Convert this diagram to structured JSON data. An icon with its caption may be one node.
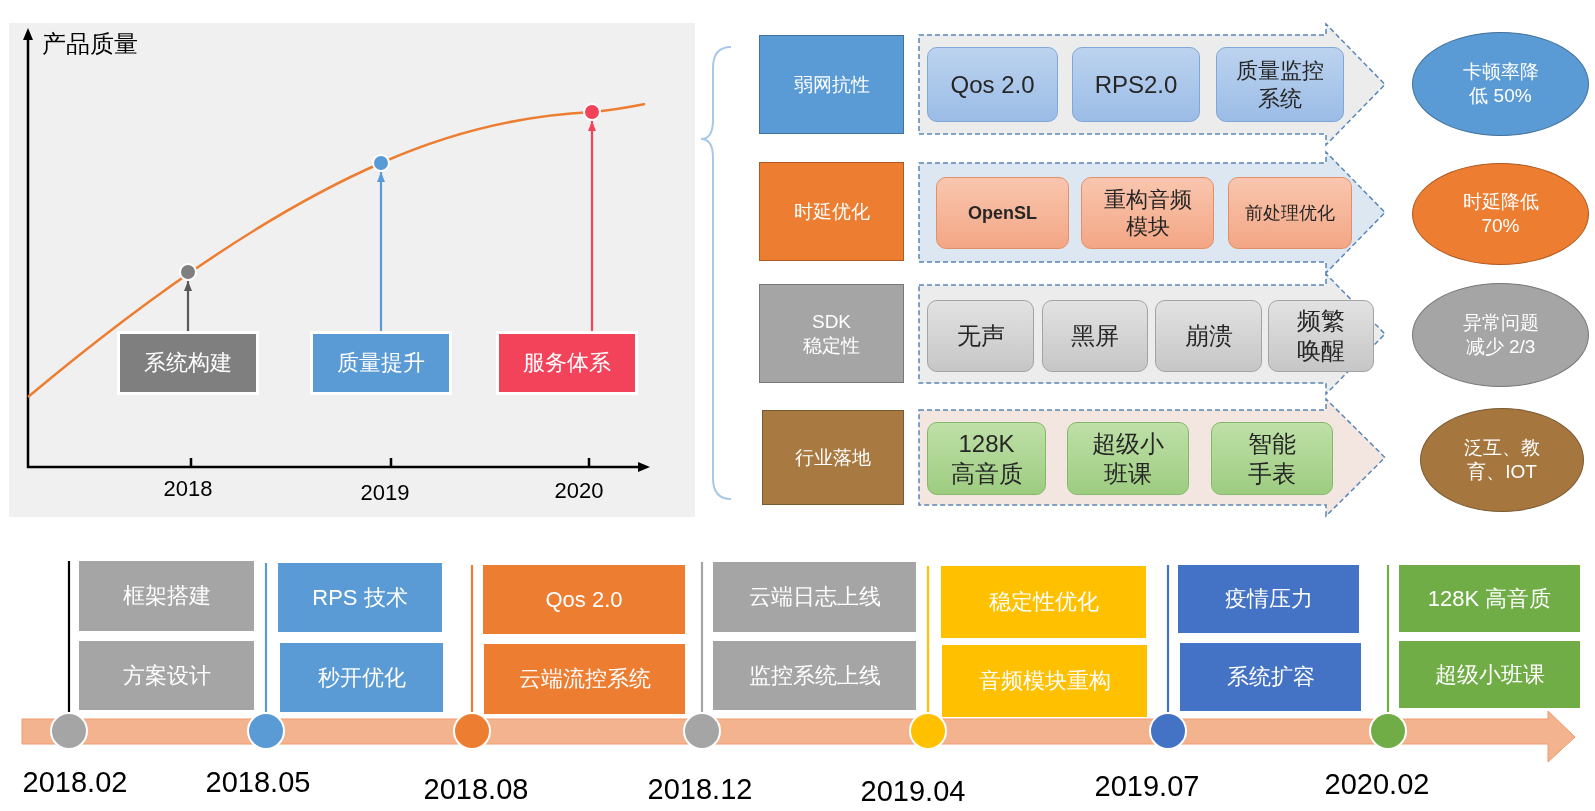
{
  "diagram": {
    "nodes": [
      {
        "text": [],
        "shape": "circle"
      },
      {
        "text": [],
        "shape": "circle"
      },
      {
        "text": [],
        "shape": "circle"
      },
      {
        "text": [
          "系统构建"
        ]
      },
      {
        "text": [
          "质量提升"
        ]
      },
      {
        "text": [
          "服务体系"
        ]
      },
      {
        "text": [
          "弱网抗性"
        ]
      },
      {
        "text": [],
        "shape": "arrow"
      },
      {
        "text": [
          "Qos 2.0"
        ],
        "in": 7
      },
      {
        "text": [
          "RPS2.0"
        ],
        "in": 7
      },
      {
        "text": [
          "质量监控系统"
        ],
        "in": 7
      },
      {
        "text": [
          "卡顿率降低 50%"
        ]
      },
      {
        "text": [
          "时延优化"
        ]
      },
      {
        "text": [],
        "shape": "arrow"
      },
      {
        "text": [
          "OpenSL"
        ],
        "in": 13
      },
      {
        "text": [
          "重构音频模块"
        ],
        "in": 13
      },
      {
        "text": [
          "前处理优化"
        ],
        "in": 13
      },
      {
        "text": [
          "时延降低 70%"
        ]
      },
      {
        "text": [
          "SDK 稳定性"
        ]
      },
      {
        "text": [],
        "shape": "arrow"
      },
      {
        "text": [
          "无声"
        ],
        "in": 19
      },
      {
        "text": [
          "黑屏"
        ],
        "in": 19
      },
      {
        "text": [
          "崩溃"
        ],
        "in": 19
      },
      {
        "text": [
          "频繁唤醒"
        ],
        "in": 19
      },
      {
        "text": [
          "异常问题减少 2/3"
        ]
      },
      {
        "text": [
          "行业落地"
        ]
      },
      {
        "text": [],
        "shape": "arrow"
      },
      {
        "text": [
          "128K 高音质"
        ],
        "in": 26
      },
      {
        "text": [
          "超级小班课"
        ],
        "in": 26
      },
      {
        "text": [
          "智能手表"
        ],
        "in": 26
      },
      {
        "text": [
          "泛互、教育、IOT"
        ]
      },
      {
        "text": [
          "框架搭建"
        ]
      },
      {
        "text": [
          "方案设计"
        ]
      },
      {
        "text": [],
        "shape": "circle",
        "beside": [
          "2018.02"
        ]
      },
      {
        "text": [
          "RPS 技术"
        ]
      },
      {
        "text": [
          "秒开优化"
        ]
      },
      {
        "text": [],
        "shape": "circle",
        "beside": [
          "2018.05"
        ]
      },
      {
        "text": [
          "Qos 2.0"
        ]
      },
      {
        "text": [
          "云端流控系统"
        ]
      },
      {
        "text": [],
        "shape": "circle",
        "beside": [
          "2018.08"
        ]
      },
      {
        "text": [
          "云端日志上线"
        ]
      },
      {
        "text": [
          "监控系统上线"
        ]
      },
      {
        "text": [],
        "shape": "circle",
        "beside": [
          "2018.12"
        ]
      },
      {
        "text": [
          "稳定性优化"
        ]
      },
      {
        "text": [
          "音频模块重构"
        ]
      },
      {
        "text": [],
        "shape": "circle",
        "beside": [
          "2019.04"
        ]
      },
      {
        "text": [
          "疫情压力"
        ]
      },
      {
        "text": [
          "系统扩容"
        ]
      },
      {
        "text": [],
        "shape": "circle",
        "beside": [
          "2019.07"
        ]
      },
      {
        "text": [
          "128K 高音质"
        ]
      },
      {
        "text": [
          "超级小班课"
        ]
      },
      {
        "text": [],
        "shape": "circle",
        "beside": [
          "2020.02"
        ]
      }
    ],
    "edges": [
      {
        "from": 3,
        "to": 0,
        "arrow": "to",
        "color": "#595959"
      },
      {
        "from": 4,
        "to": 1,
        "arrow": "to",
        "color": "#5b9bd5"
      },
      {
        "from": 5,
        "to": 2,
        "arrow": "to",
        "color": "#f2435a"
      },
      {
        "from": 33,
        "to": 31,
        "arrow": "none",
        "color": "#000000"
      },
      {
        "from": 36,
        "to": 34,
        "arrow": "none",
        "color": "#5b9bd5"
      },
      {
        "from": 39,
        "to": 37,
        "arrow": "none",
        "color": "#ed7d31"
      },
      {
        "from": 42,
        "to": 40,
        "arrow": "none",
        "color": "#a5a5a5"
      },
      {
        "from": 45,
        "to": 43,
        "arrow": "none",
        "color": "#ffc000"
      },
      {
        "from": 48,
        "to": 46,
        "arrow": "none",
        "color": "#4472c4"
      },
      {
        "from": 51,
        "to": 49,
        "arrow": "none",
        "color": "#70ad47"
      }
    ],
    "labels": [
      "产品质量",
      "2018",
      "2019",
      "2020"
    ]
  }
}
